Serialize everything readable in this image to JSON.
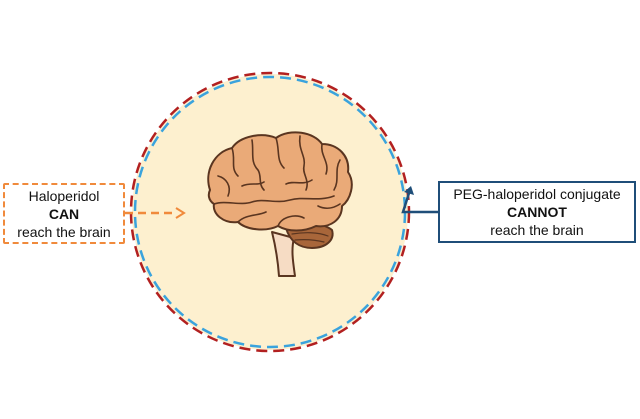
{
  "can_box": {
    "line1": "Haloperidol",
    "line2": "CAN",
    "line3": "reach the brain",
    "color": "#f08a3c"
  },
  "cannot_box": {
    "line1": "PEG-haloperidol conjugate",
    "line2": "CANNOT",
    "line3": "reach the brain",
    "color": "#1f4e79"
  },
  "barrier": {
    "fill": "#fdf0cf",
    "outer_dash_color": "#b22020",
    "inner_dash_color": "#3aa3dd"
  },
  "brain": {
    "icon": "brain-icon",
    "cortex_fill": "#eaaa78",
    "cerebellum_fill": "#a8663a",
    "outline": "#5a3520"
  }
}
